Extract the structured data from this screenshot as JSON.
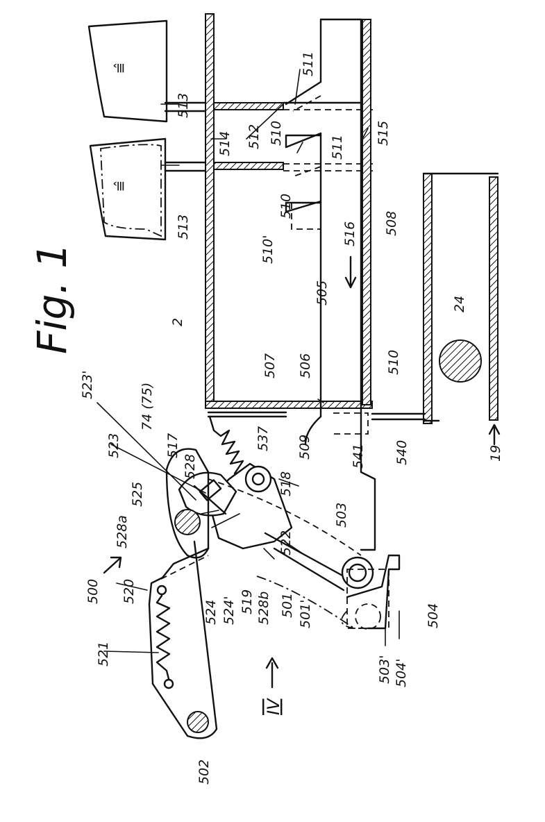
{
  "figure": {
    "title": "Fig. 1",
    "view_label": "IV"
  },
  "labels": {
    "l2": "2",
    "l19": "19",
    "l24": "24",
    "l500": "500",
    "l501": "501",
    "l501p": "501'",
    "l502": "502",
    "l503": "503",
    "l503p": "503'",
    "l504": "504",
    "l504p": "504'",
    "l505": "505",
    "l506": "506",
    "l507": "507",
    "l508": "508",
    "l509": "509",
    "l510a": "510",
    "l510b": "510",
    "l510c": "510",
    "l510p": "510'",
    "l511a": "511",
    "l511b": "511",
    "l512": "512",
    "l513a": "513",
    "l513b": "513",
    "l514": "514",
    "l515": "515",
    "l516": "516",
    "l517": "517",
    "l518": "518",
    "l519": "519",
    "l520": "520",
    "l521": "521",
    "l522": "522",
    "l523": "523",
    "l523p": "523'",
    "l524": "524",
    "l524p": "524'",
    "l525": "525",
    "l528": "528",
    "l528a": "528a",
    "l528b": "528b",
    "l537": "537",
    "l540": "540",
    "l541": "541",
    "l74": "74 (75)"
  },
  "key_symbols": {
    "key_top": "≡̂",
    "key_bottom": "≡̂"
  }
}
